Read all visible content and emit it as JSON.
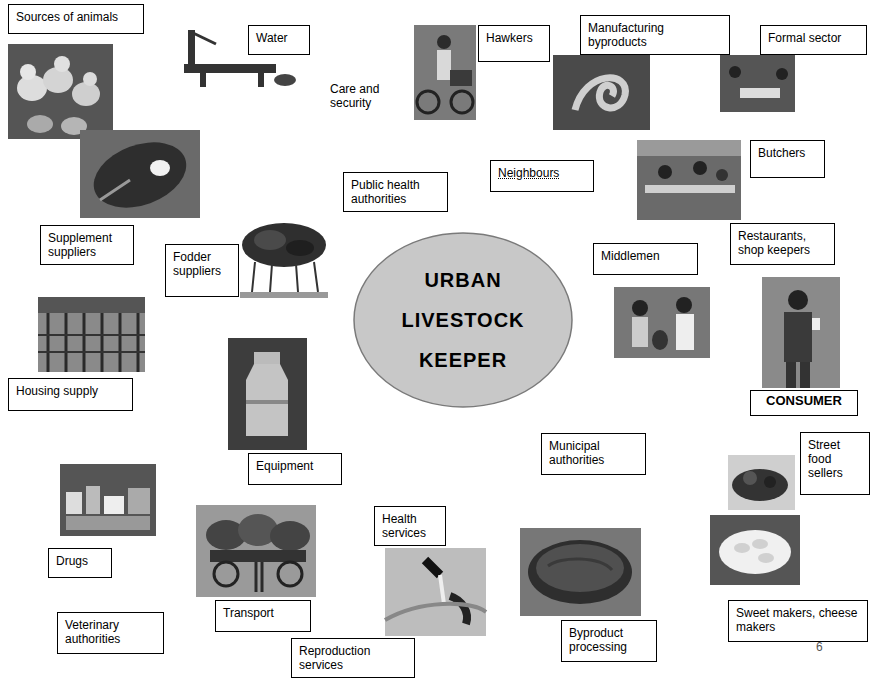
{
  "diagram": {
    "nodes": [
      {
        "text": [
          "Sources of animals"
        ]
      },
      {
        "text": [
          "Water"
        ]
      },
      {
        "text": [
          "Hawkers"
        ]
      },
      {
        "text": [
          "Manufacturing byproducts"
        ]
      },
      {
        "text": [
          "Formal sector"
        ]
      },
      {
        "text": [
          "Butchers"
        ]
      },
      {
        "text": [
          "Neighbours"
        ]
      },
      {
        "text": [
          "Public health authorities"
        ]
      },
      {
        "text": [
          "Supplement suppliers"
        ]
      },
      {
        "text": [
          "Restaurants, shop keepers"
        ]
      },
      {
        "text": [
          "Fodder suppliers"
        ]
      },
      {
        "text": [
          "Middlemen"
        ]
      },
      {
        "text": [
          "URBAN LIVESTOCK KEEPER"
        ]
      },
      {
        "text": [
          "Housing supply"
        ]
      },
      {
        "text": [
          "CONSUMER"
        ]
      },
      {
        "text": [
          "Municipal authorities"
        ]
      },
      {
        "text": [
          "Street food sellers"
        ]
      },
      {
        "text": [
          "Equipment"
        ]
      },
      {
        "text": [
          "Health services"
        ]
      },
      {
        "text": [
          "Drugs"
        ]
      },
      {
        "text": [
          "Transport"
        ]
      },
      {
        "text": [
          "Sweet makers, cheese makers"
        ]
      },
      {
        "text": [
          "Veterinary authorities"
        ]
      },
      {
        "text": [
          "Byproduct processing"
        ]
      },
      {
        "text": [
          "Reproduction services"
        ]
      }
    ],
    "labels": [
      "Care and security",
      "6"
    ]
  }
}
